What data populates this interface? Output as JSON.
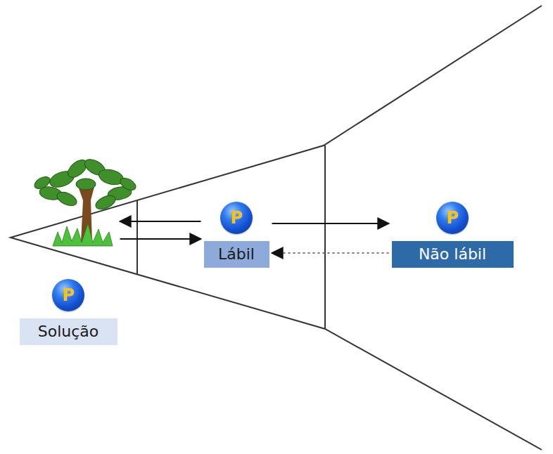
{
  "diagram": {
    "nodes": [
      {
        "text": [
          "P",
          "Solução"
        ]
      },
      {
        "text": [
          "P",
          "Lábil"
        ]
      },
      {
        "text": [
          "P",
          "Não lábil"
        ]
      }
    ],
    "edges": [
      {
        "from": 1,
        "to": 0,
        "arrow": "to"
      },
      {
        "from": 0,
        "to": 1,
        "arrow": "to"
      },
      {
        "from": 1,
        "to": 2,
        "arrow": "to"
      },
      {
        "from": 2,
        "to": 1,
        "arrow": "to"
      }
    ]
  }
}
